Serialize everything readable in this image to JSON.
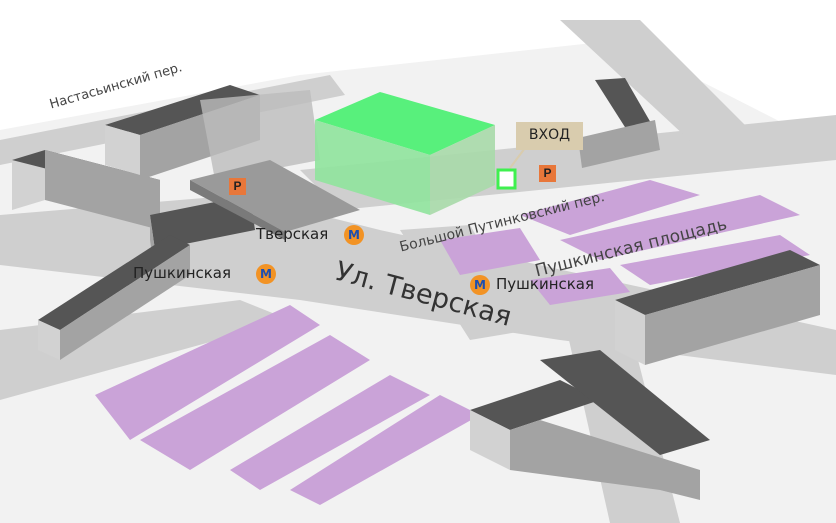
{
  "colors": {
    "road": "#cfcfcf",
    "ground": "#efefef",
    "building_top": "#555555",
    "building_side": "#a3a3a3",
    "building_front": "#d2d2d2",
    "park": "#caa3d8",
    "highlight_top": "#58f07c",
    "highlight_side": "#8fe39c",
    "metro": "#f29325",
    "parking": "#e8773a",
    "entrance_box": "#d9ccae",
    "entrance_marker": "#3ff04f"
  },
  "labels": {
    "entrance": "ВХОД",
    "parking_symbol": "P",
    "metro_symbol": "М"
  },
  "streets": {
    "nastasinsky": "Настасьинский пер.",
    "bolshoy_putinkovsky": "Большой Путинковский пер.",
    "pushkinskaya_square": "Пушкинская площадь",
    "tverskaya": "Ул. Тверская"
  },
  "metro_stations": {
    "tverskaya": "Тверская",
    "pushkinskaya_west": "Пушкинская",
    "pushkinskaya_east": "Пушкинская"
  }
}
